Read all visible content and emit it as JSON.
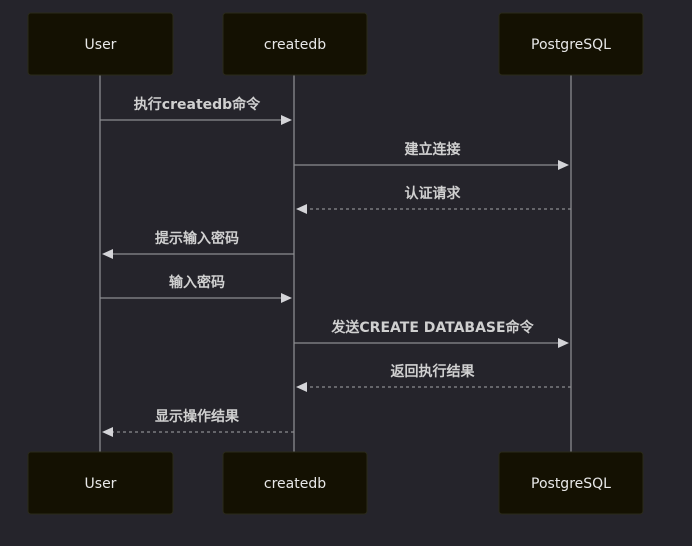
{
  "diagram": {
    "type": "sequence",
    "participants": [
      {
        "id": "user",
        "label": "User"
      },
      {
        "id": "createdb",
        "label": "createdb"
      },
      {
        "id": "postgres",
        "label": "PostgreSQL"
      }
    ],
    "messages": [
      {
        "from": "user",
        "to": "createdb",
        "label": "执行createdb命令",
        "style": "solid"
      },
      {
        "from": "createdb",
        "to": "postgres",
        "label": "建立连接",
        "style": "solid"
      },
      {
        "from": "postgres",
        "to": "createdb",
        "label": "认证请求",
        "style": "dashed"
      },
      {
        "from": "createdb",
        "to": "user",
        "label": "提示输入密码",
        "style": "solid"
      },
      {
        "from": "user",
        "to": "createdb",
        "label": "输入密码",
        "style": "solid"
      },
      {
        "from": "createdb",
        "to": "postgres",
        "label": "发送CREATE DATABASE命令",
        "style": "solid"
      },
      {
        "from": "postgres",
        "to": "createdb",
        "label": "返回执行结果",
        "style": "dashed"
      },
      {
        "from": "createdb",
        "to": "user",
        "label": "显示操作结果",
        "style": "dashed"
      }
    ]
  },
  "colors": {
    "background": "#25242b",
    "actor_fill": "#141102",
    "line": "#8c8c90",
    "text": "#d0d0d0"
  }
}
